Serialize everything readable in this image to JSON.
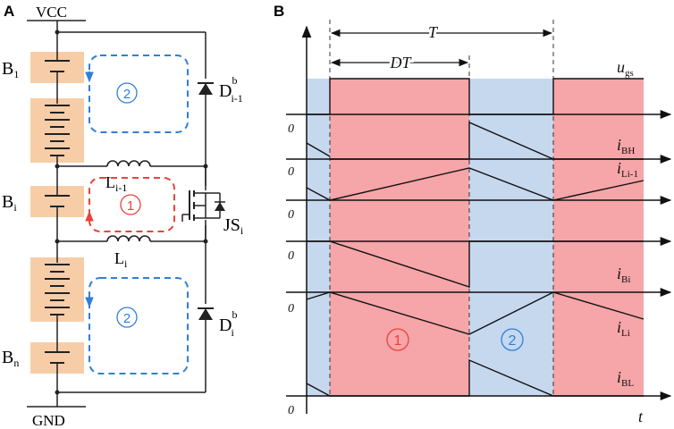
{
  "panel_a": {
    "label": "A",
    "vcc": "VCC",
    "gnd": "GND",
    "b1": {
      "main": "B",
      "sub": "1"
    },
    "bi": {
      "main": "B",
      "sub": "i"
    },
    "bn": {
      "main": "B",
      "sub": "n"
    },
    "l_prev": {
      "main": "L",
      "sub": "i-1"
    },
    "l_i": {
      "main": "L",
      "sub": "i"
    },
    "d_prev": {
      "main": "D",
      "sup": "b",
      "sub": "i-1"
    },
    "d_i": {
      "main": "D",
      "sup": "b",
      "sub": "i"
    },
    "js": {
      "main": "JS",
      "sub": "i"
    },
    "loop_top": "②",
    "loop_mid": "①",
    "loop_bottom": "②"
  },
  "panel_b": {
    "label": "B",
    "period": "T",
    "duty": "DT",
    "phase1": "①",
    "phase2": "②",
    "zero": "0",
    "t_axis": "t",
    "signals": [
      {
        "main": "u",
        "sub": "gs"
      },
      {
        "main": "i",
        "sub": "BH"
      },
      {
        "main": "i",
        "sub": "Li-1"
      },
      {
        "main": "i",
        "sub": "Bi"
      },
      {
        "main": "i",
        "sub": "Li"
      },
      {
        "main": "i",
        "sub": "BL"
      }
    ]
  },
  "colors": {
    "battery_fill": "#f7cda8",
    "loop_blue": "#2f7fd6",
    "loop_red": "#e8443a",
    "pink": "#f6a5a9",
    "blue_region": "#c6d8ee"
  }
}
